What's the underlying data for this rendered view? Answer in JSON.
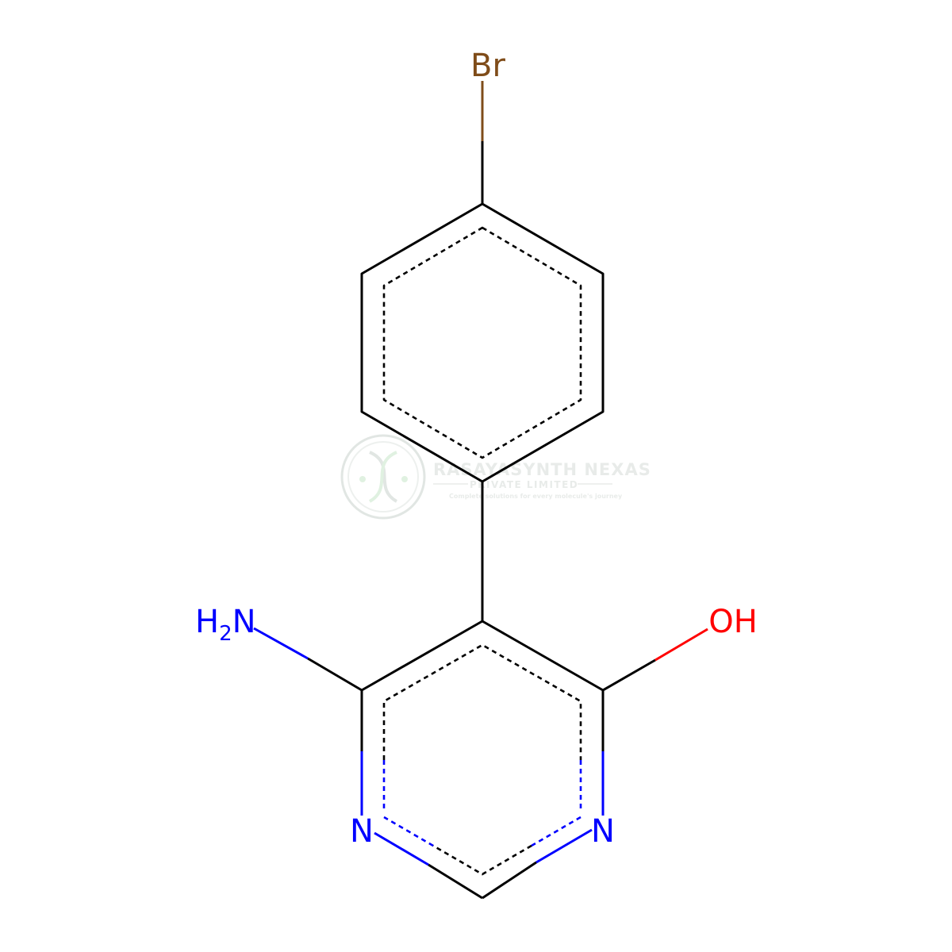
{
  "atoms": {
    "bromine": "Br",
    "amine_h": "H",
    "amine_sub": "2",
    "amine_n": "N",
    "hydroxyl": "OH",
    "ring_n_left": "N",
    "ring_n_right": "N"
  },
  "watermark": {
    "company": "RASAYASYNTH NEXAS",
    "company_type": "PRIVATE LIMITED",
    "tagline": "Complete solutions for every molecule's journey"
  },
  "colors": {
    "bond": "#000000",
    "nitrogen": "#0000ff",
    "oxygen": "#ff0000",
    "bromine": "#7f4c19",
    "watermark": "#d6dcd8"
  }
}
